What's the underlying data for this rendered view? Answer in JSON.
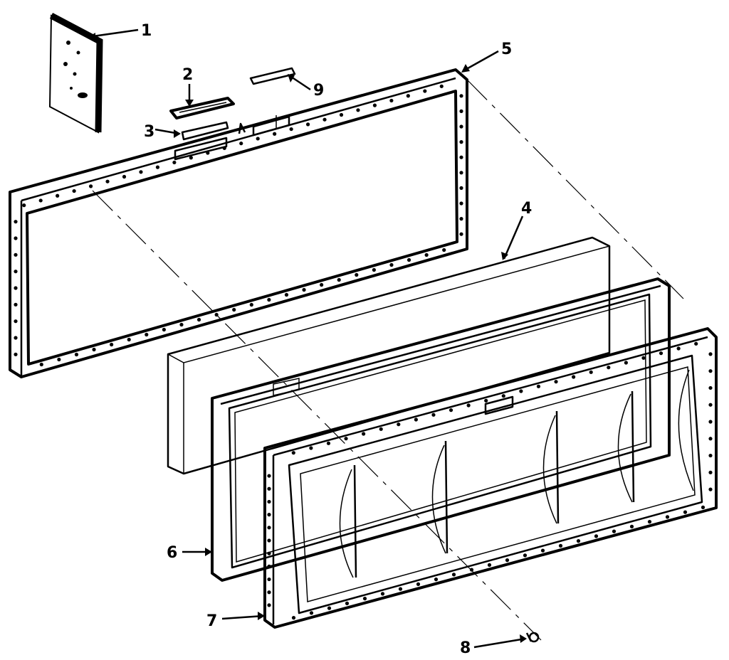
{
  "diagram": {
    "callouts": [
      {
        "id": "callout-1",
        "label": "1"
      },
      {
        "id": "callout-2",
        "label": "2"
      },
      {
        "id": "callout-3",
        "label": "3"
      },
      {
        "id": "callout-4",
        "label": "4"
      },
      {
        "id": "callout-5",
        "label": "5"
      },
      {
        "id": "callout-6",
        "label": "6"
      },
      {
        "id": "callout-7",
        "label": "7"
      },
      {
        "id": "callout-8",
        "label": "8"
      },
      {
        "id": "callout-9",
        "label": "9"
      }
    ]
  }
}
